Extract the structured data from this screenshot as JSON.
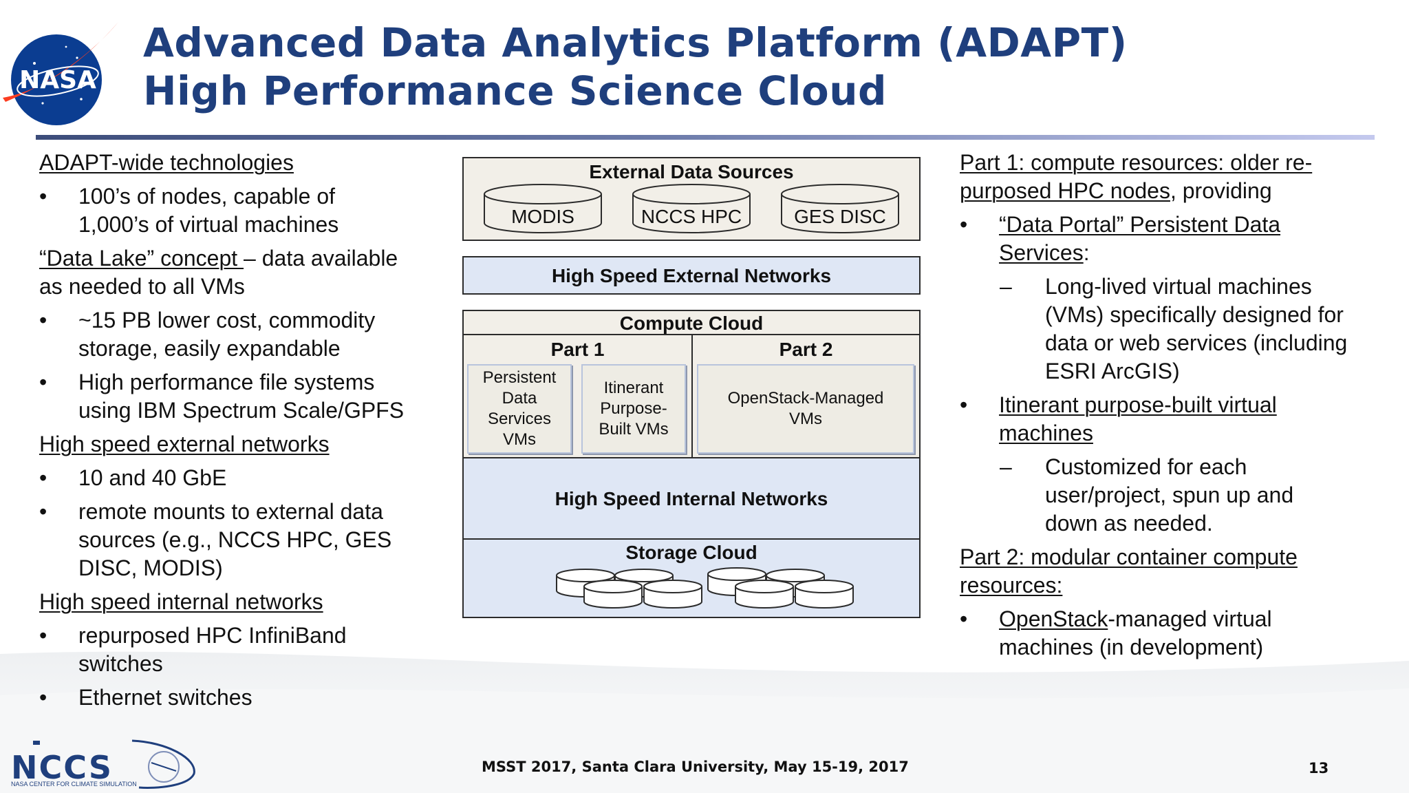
{
  "header": {
    "logo_text": "NASA",
    "title_line1": "Advanced Data Analytics Platform (ADAPT)",
    "title_line2": "High Performance Science Cloud"
  },
  "left_column": {
    "h1": "ADAPT-wide technologies",
    "b1_l1": "100’s of nodes, capable of",
    "b1_l2": "1,000’s of virtual machines",
    "h2_underlined": "“Data Lake” concept ",
    "h2_rest": "– data available",
    "h2_l2": "as needed to all VMs",
    "b2_l1": "~15 PB lower cost, commodity",
    "b2_l2": "storage, easily expandable",
    "b3_l1": "High performance file systems",
    "b3_l2": "using IBM Spectrum Scale/GPFS",
    "h3": "High speed external networks",
    "b4_l1": "10 and 40 GbE",
    "b5_l1": "remote mounts to external data",
    "b5_l2": "sources (e.g., NCCS HPC, GES",
    "b5_l3": "DISC, MODIS)",
    "h4": "High speed internal networks",
    "b6_l1": "repurposed HPC InfiniBand",
    "b6_l2": "switches",
    "b7_l1": "Ethernet switches",
    "bullet_glyph": "•"
  },
  "diagram": {
    "external_title": "External Data Sources",
    "sources": [
      "MODIS",
      "NCCS HPC",
      "GES DISC"
    ],
    "ext_networks": "High Speed External Networks",
    "compute_title": "Compute Cloud",
    "part1": "Part 1",
    "part2": "Part 2",
    "vm1_l1": "Persistent",
    "vm1_l2": "Data",
    "vm1_l3": "Services",
    "vm1_l4": "VMs",
    "vm2_l1": "Itinerant",
    "vm2_l2": "Purpose-",
    "vm2_l3": "Built VMs",
    "vm3_l1": "OpenStack-Managed",
    "vm3_l2": "VMs",
    "int_networks": "High Speed Internal Networks",
    "storage_title": "Storage Cloud"
  },
  "right_column": {
    "p1_l1": "Part 1: compute resources: older re-",
    "p1_l2_u": "purposed HPC nodes",
    "p1_l2_rest": ", providing",
    "b1_l1": "“Data Portal” Persistent Data",
    "b1_l2_u": "Services",
    "b1_l2_rest": ":",
    "d1_l1": "Long-lived virtual machines",
    "d1_l2": "(VMs) specifically designed for",
    "d1_l3": "data or web services (including",
    "d1_l4": "ESRI ArcGIS)",
    "b2_l1": "Itinerant purpose-built virtual",
    "b2_l2": "machines",
    "d2_l1": "Customized for each",
    "d2_l2": "user/project, spun up and",
    "d2_l3": "down as needed.",
    "p2_l1": "Part 2: modular container compute",
    "p2_l2": "resources:",
    "b3_l1_u": "OpenStack",
    "b3_l1_rest": "-managed virtual",
    "b3_l2": "machines (in development)",
    "bullet_glyph": "•",
    "dash_glyph": "–"
  },
  "footer": {
    "conference": "MSST 2017, Santa Clara University, May 15-19, 2017",
    "page_number": "13",
    "nccs_word": "NCCS",
    "nccs_sub": "NASA CENTER FOR CLIMATE SIMULATION"
  },
  "colors": {
    "title_blue": "#1f3f7d",
    "panel_beige": "#f2efe8",
    "panel_blue": "#dfe7f5",
    "nasa_blue": "#0b3d91",
    "nasa_red": "#fc3d21"
  }
}
